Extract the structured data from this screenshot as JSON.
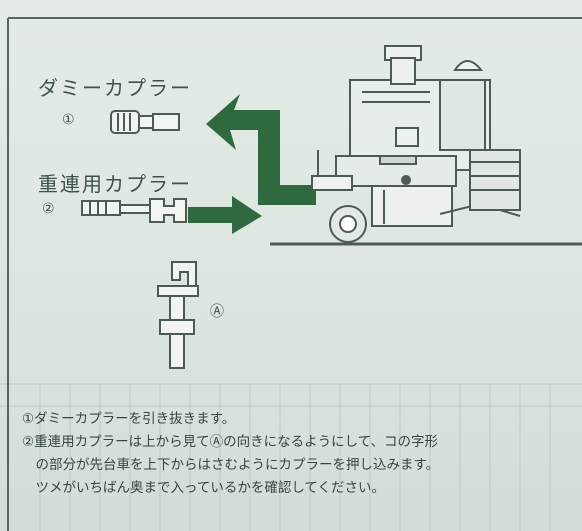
{
  "labels": {
    "dummy_coupler": "ダミーカプラー",
    "heavy_coupler": "重連用カプラー",
    "marker_1": "①",
    "marker_2": "②",
    "marker_a": "Ⓐ"
  },
  "instructions": [
    "①ダミーカプラーを引き抜きます。",
    "②重連用カプラーは上から見てⒶの向きになるようにして、コの字形",
    "　の部分が先台車を上下からはさむようにカプラーを押し込みます。",
    "　ツメがいちばん奥まで入っているかを確認してください。"
  ],
  "colors": {
    "arrow": "#2e6a3e",
    "line": "#4c5c52",
    "text": "#3f5247"
  },
  "icons": [
    "dummy-coupler-icon",
    "heavy-coupler-icon",
    "arrow-icon",
    "locomotive-icon",
    "coupler-top-view-icon"
  ]
}
